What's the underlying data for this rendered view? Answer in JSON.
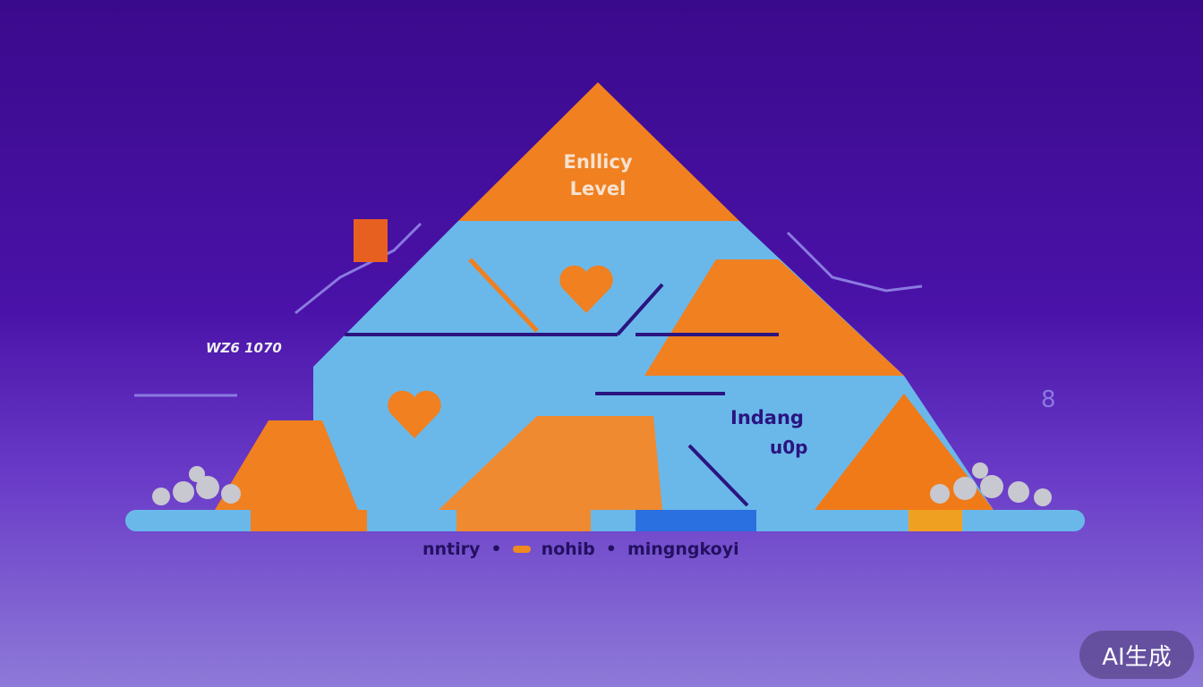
{
  "pyramid": {
    "top_label_line1": "Enllicy",
    "top_label_line2": "Level",
    "middle_label": "Indang",
    "middle_sub": "u0p"
  },
  "annotations": {
    "left_number": "WZ6 1070",
    "right_number": "8"
  },
  "legend": {
    "items": [
      "nntiry",
      "nohib",
      "mingngkoyi"
    ]
  },
  "badge": "AI生成",
  "colors": {
    "orange": "#f08020",
    "blue": "#6ab8ea",
    "background": "#3a0a8c"
  }
}
